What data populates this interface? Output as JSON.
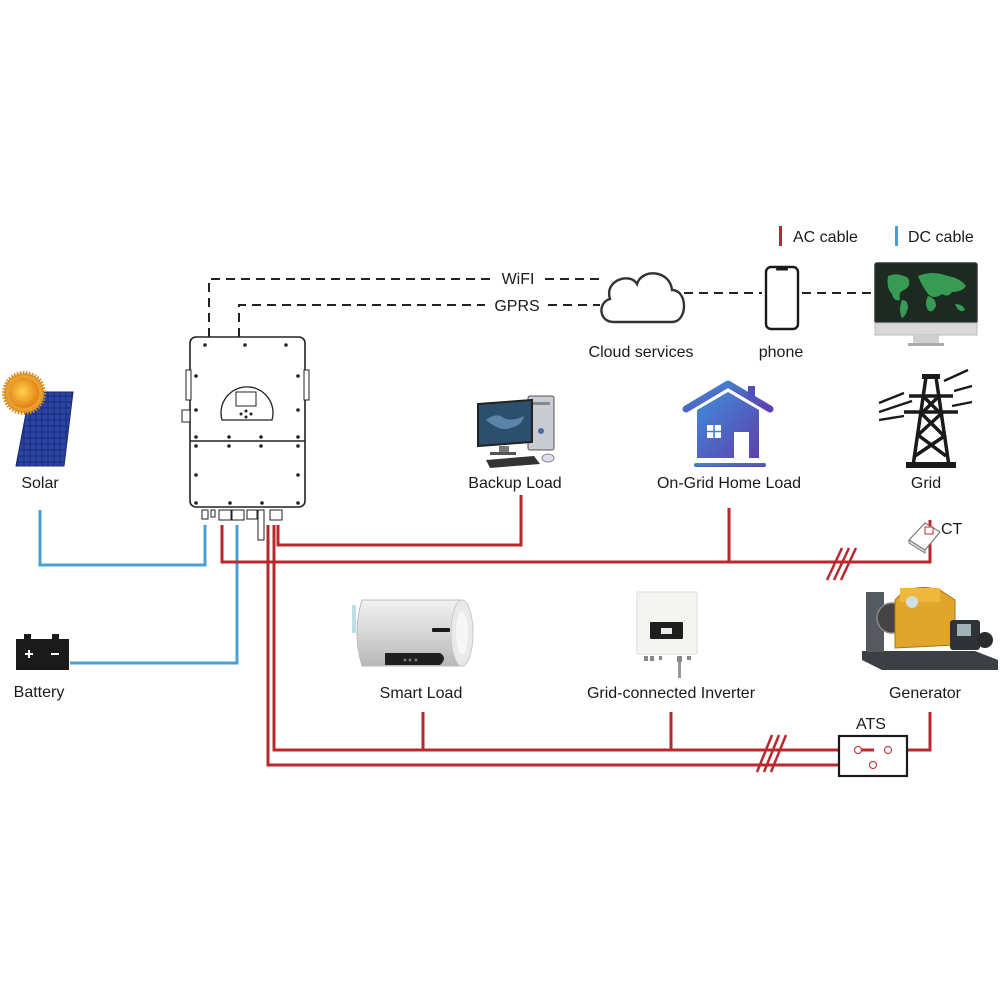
{
  "legend": {
    "ac": {
      "label": "AC cable",
      "color": "#b8282c"
    },
    "dc": {
      "label": "DC cable",
      "color": "#4a9fd4"
    }
  },
  "comms": {
    "wifi_label": "WiFI",
    "gprs_label": "GPRS"
  },
  "nodes": {
    "solar": {
      "label": "Solar"
    },
    "battery": {
      "label": "Battery"
    },
    "inverter": {
      "label": ""
    },
    "cloud": {
      "label": "Cloud services"
    },
    "phone": {
      "label": "phone"
    },
    "monitor": {
      "label": ""
    },
    "backup_load": {
      "label": "Backup Load"
    },
    "home_load": {
      "label": "On-Grid Home Load"
    },
    "grid": {
      "label": "Grid"
    },
    "ct": {
      "label": "CT"
    },
    "smart_load": {
      "label": "Smart Load"
    },
    "grid_inverter": {
      "label": "Grid-connected Inverter"
    },
    "generator": {
      "label": "Generator"
    },
    "ats": {
      "label": "ATS"
    }
  },
  "colors": {
    "ac": "#b8282c",
    "dc": "#4a9fd4",
    "dashed": "#222222",
    "house_top": "#4b7fd1",
    "house_bottom": "#5a45b0",
    "solar_panel": "#23357e",
    "sun": "#f0a020",
    "generator": "#e0a22a"
  }
}
